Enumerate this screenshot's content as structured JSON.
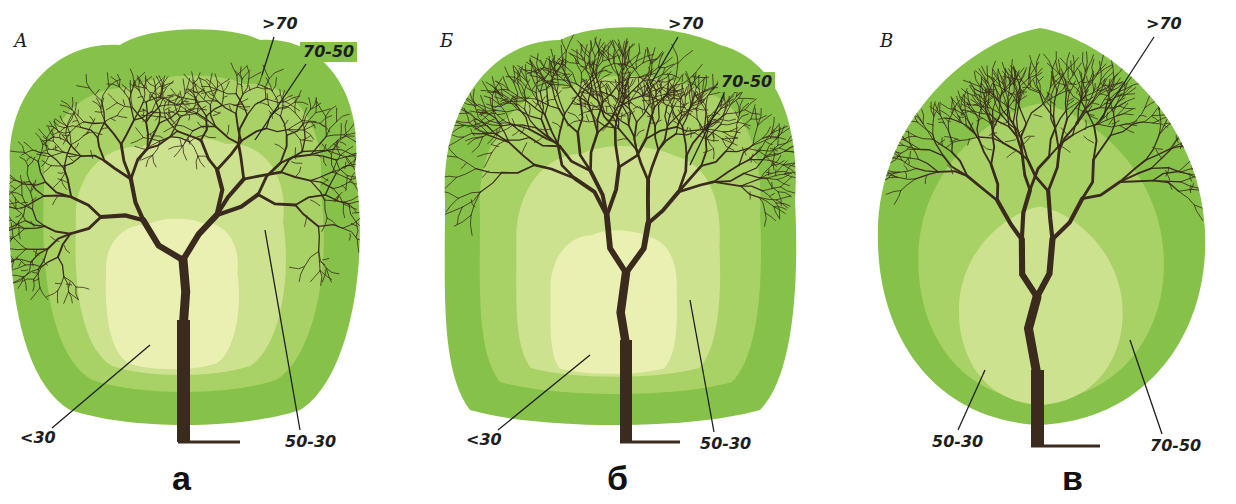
{
  "diagram": {
    "labels": [
      "А",
      ">70",
      "70-50",
      "<30",
      "50-30",
      "Б",
      ">70",
      "70-50",
      "<30",
      "50-30",
      "В",
      ">70",
      "70-50",
      "50-30",
      "а",
      "б",
      "в"
    ]
  }
}
